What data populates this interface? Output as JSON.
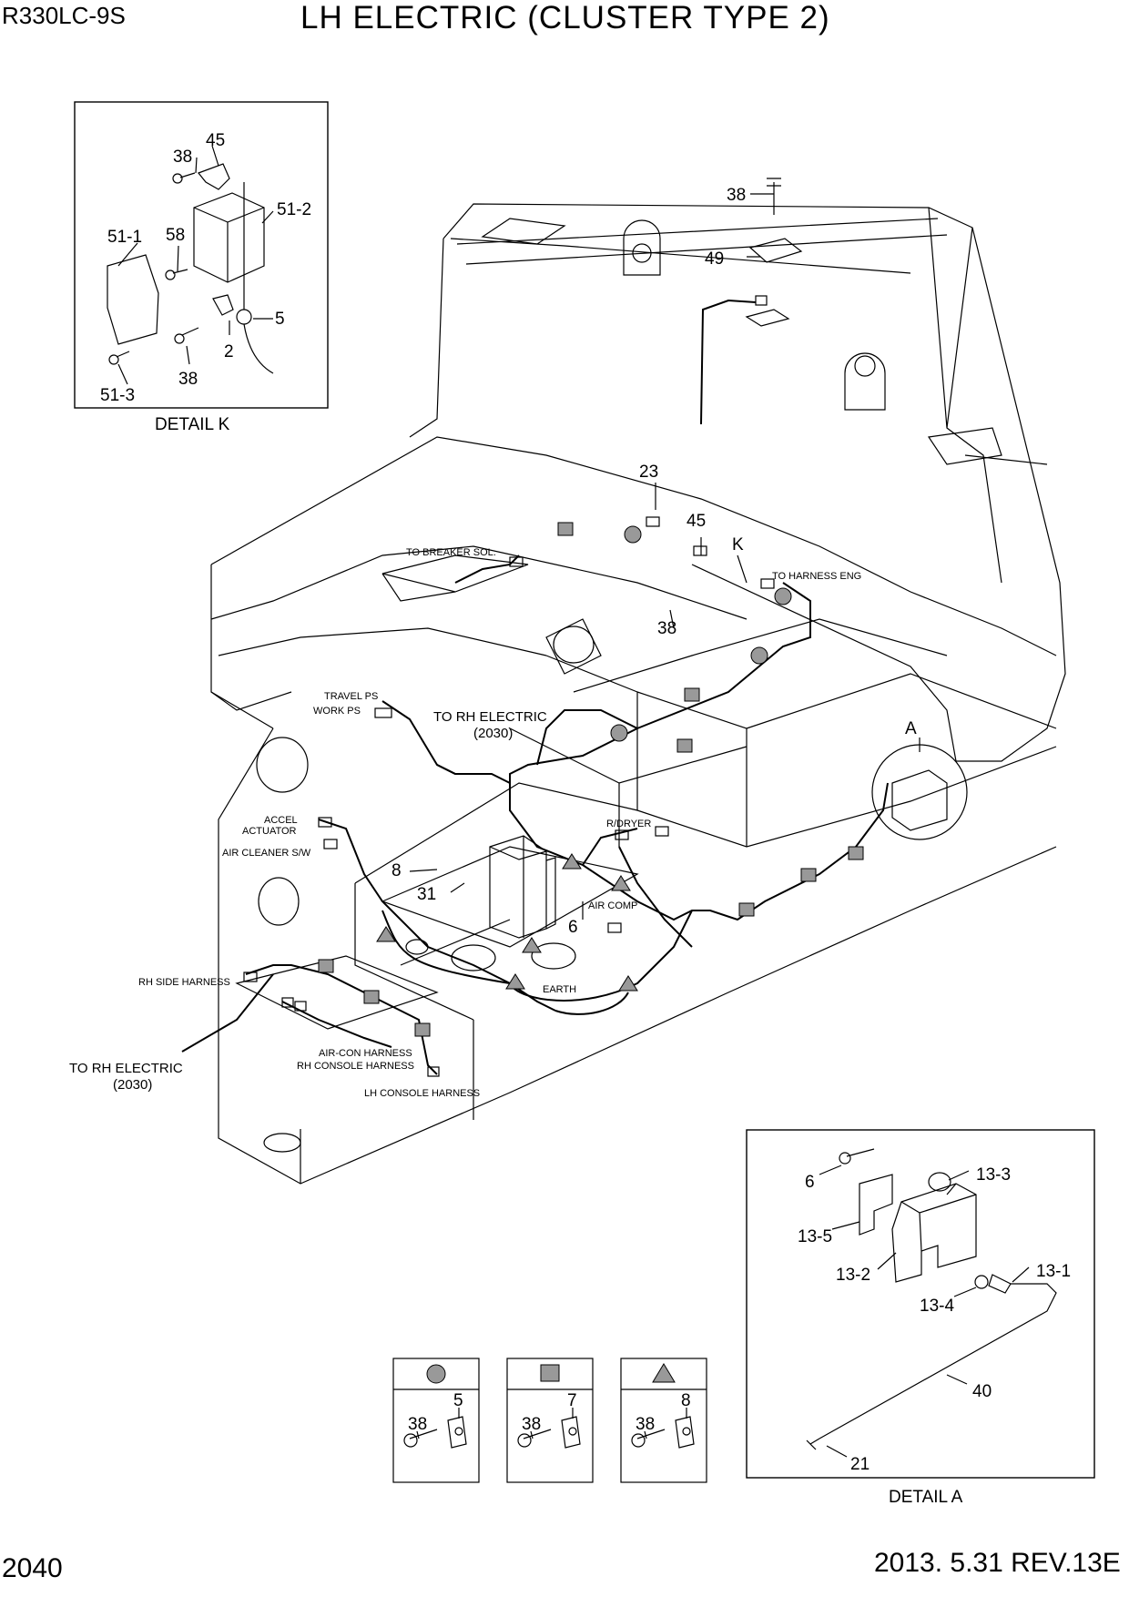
{
  "header": {
    "model": "R330LC-9S",
    "title": "LH ELECTRIC (CLUSTER TYPE 2)"
  },
  "footer": {
    "page_number": "2040",
    "revision": "2013. 5.31  REV.13E"
  },
  "detail_k": {
    "caption": "DETAIL K",
    "labels": [
      "45",
      "38",
      "51-2",
      "51-1",
      "58",
      "5",
      "2",
      "51-3",
      "38"
    ]
  },
  "detail_a": {
    "caption": "DETAIL A",
    "labels": [
      "6",
      "13-3",
      "13-5",
      "13-2",
      "13-1",
      "13-4",
      "40",
      "21"
    ]
  },
  "main_callouts": [
    "38",
    "49",
    "23",
    "45",
    "K",
    "38",
    "A",
    "8",
    "31",
    "6"
  ],
  "annotations": {
    "to_breaker_sol": "TO BREAKER SOL.",
    "to_harness_eng": "TO HARNESS ENG",
    "travel_ps": "TRAVEL PS",
    "work_ps": "WORK PS",
    "to_rh_electric_1": "TO RH ELECTRIC",
    "to_rh_electric_1_ref": "(2030)",
    "accel_actuator_1": "ACCEL",
    "accel_actuator_2": "ACTUATOR",
    "air_cleaner_sw": "AIR CLEANER S/W",
    "r_dryer": "R/DRYER",
    "air_comp": "AIR COMP",
    "earth": "EARTH",
    "rh_side_harness": "RH SIDE HARNESS",
    "air_con_harness": "AIR-CON HARNESS",
    "rh_console_harness": "RH CONSOLE HARNESS",
    "lh_console_harness": "LH CONSOLE HARNESS",
    "to_rh_electric_2": "TO RH ELECTRIC",
    "to_rh_electric_2_ref": "(2030)"
  },
  "legend": [
    {
      "symbol": "circle",
      "icon": "circle-marker-icon",
      "labels": [
        "38",
        "5"
      ]
    },
    {
      "symbol": "square",
      "icon": "square-marker-icon",
      "labels": [
        "38",
        "7"
      ]
    },
    {
      "symbol": "triangle",
      "icon": "triangle-marker-icon",
      "labels": [
        "38",
        "8"
      ]
    }
  ],
  "colors": {
    "line": "#000000",
    "marker_fill": "#999999",
    "background": "#ffffff"
  }
}
